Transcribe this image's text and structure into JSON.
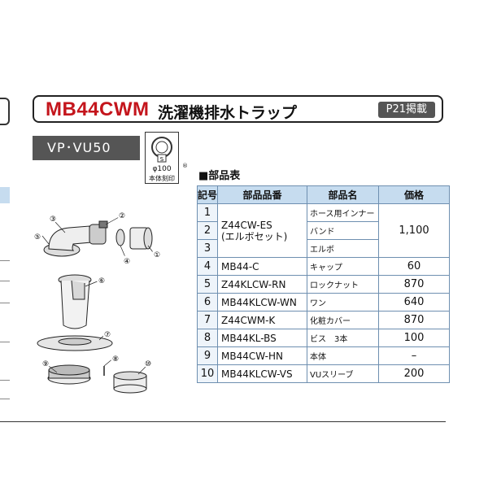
{
  "header": {
    "product_code": "MB44CWM",
    "product_name": "洗濯機排水トラップ",
    "page_ref": "P21掲載"
  },
  "material_badge": "VP･VU50",
  "stamp": {
    "mark": "S",
    "diameter": "φ100",
    "label": "本体刻印",
    "reg_mark": "®"
  },
  "table": {
    "title": "■部品表",
    "headers": [
      "記号",
      "部品品番",
      "部品名",
      "価格"
    ],
    "group": {
      "rows": [
        "1",
        "2",
        "3"
      ],
      "code_line1": "Z44CW-ES",
      "code_line2": "(エルボセット)",
      "names": [
        "ホース用インナー",
        "バンド",
        "エルボ"
      ],
      "price": "1,100"
    },
    "rows": [
      {
        "no": "4",
        "code": "MB44-C",
        "name": "キャップ",
        "price": "60"
      },
      {
        "no": "5",
        "code": "Z44KLCW-RN",
        "name": "ロックナット",
        "price": "870"
      },
      {
        "no": "6",
        "code": "MB44KLCW-WN",
        "name": "ワン",
        "price": "640"
      },
      {
        "no": "7",
        "code": "Z44CWM-K",
        "name": "化粧カバー",
        "price": "870"
      },
      {
        "no": "8",
        "code": "MB44KL-BS",
        "name": "ビス　3本",
        "price": "100"
      },
      {
        "no": "9",
        "code": "MB44CW-HN",
        "name": "本体",
        "price": "–"
      },
      {
        "no": "10",
        "code": "MB44KLCW-VS",
        "name": "VUスリーブ",
        "price": "200"
      }
    ]
  },
  "diagram_callouts": [
    "①",
    "②",
    "③",
    "④",
    "⑤",
    "⑥",
    "⑦",
    "⑧",
    "⑨",
    "⑩"
  ],
  "colors": {
    "brand_red": "#c4151c",
    "header_blue": "#c6dcef",
    "badge_gray": "#555555"
  }
}
